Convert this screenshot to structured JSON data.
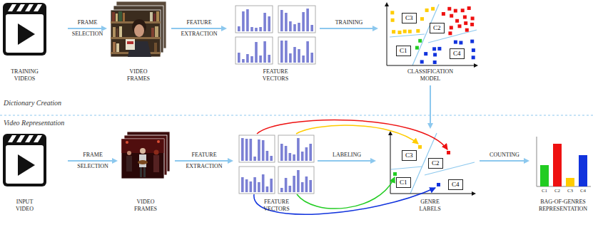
{
  "diagram": {
    "nodes": [
      {
        "text": [
          "TRAINING VIDEOS"
        ]
      },
      {
        "text": [
          "VIDEO FRAMES"
        ]
      },
      {
        "text": [
          "FEATURE VECTORS"
        ]
      },
      {
        "text": [
          "CLASSIFICATION MODEL"
        ]
      },
      {
        "text": [
          "C3"
        ],
        "in": 3
      },
      {
        "text": [
          "C2"
        ],
        "in": 3
      },
      {
        "text": [
          "C1"
        ],
        "in": 3
      },
      {
        "text": [
          "C4"
        ],
        "in": 3
      },
      {
        "text": [
          "INPUT VIDEO"
        ]
      },
      {
        "text": [
          "VIDEO FRAMES"
        ]
      },
      {
        "text": [
          "FEATURE VECTORS"
        ]
      },
      {
        "text": [
          "GENRE LABELS"
        ]
      },
      {
        "text": [
          "C3"
        ],
        "in": 11
      },
      {
        "text": [
          "C2"
        ],
        "in": 11
      },
      {
        "text": [
          "C1"
        ],
        "in": 11
      },
      {
        "text": [
          "C4"
        ],
        "in": 11
      },
      {
        "text": [
          "BAG-OF-GENRES REPRESENTATION"
        ]
      }
    ],
    "edges": [
      {
        "from": 0,
        "to": 1,
        "label": "FRAME SELECTION",
        "arrow": "to"
      },
      {
        "from": 1,
        "to": 2,
        "label": "FEATURE EXTRACTION",
        "arrow": "to"
      },
      {
        "from": 2,
        "to": 3,
        "label": "TRAINING",
        "arrow": "to"
      },
      {
        "from": 3,
        "to": 11,
        "arrow": "to"
      },
      {
        "from": 8,
        "to": 9,
        "label": "FRAME SELECTION",
        "arrow": "to"
      },
      {
        "from": 9,
        "to": 10,
        "label": "FEATURE EXTRACTION",
        "arrow": "to"
      },
      {
        "from": 10,
        "to": 11,
        "label": "LABELING",
        "arrow": "to"
      },
      {
        "from": 11,
        "to": 16,
        "label": "COUNTING",
        "arrow": "to"
      }
    ],
    "labels": [
      "Dictionary Creation",
      "Video Representation",
      "C1",
      "C2",
      "C3",
      "C4"
    ]
  }
}
